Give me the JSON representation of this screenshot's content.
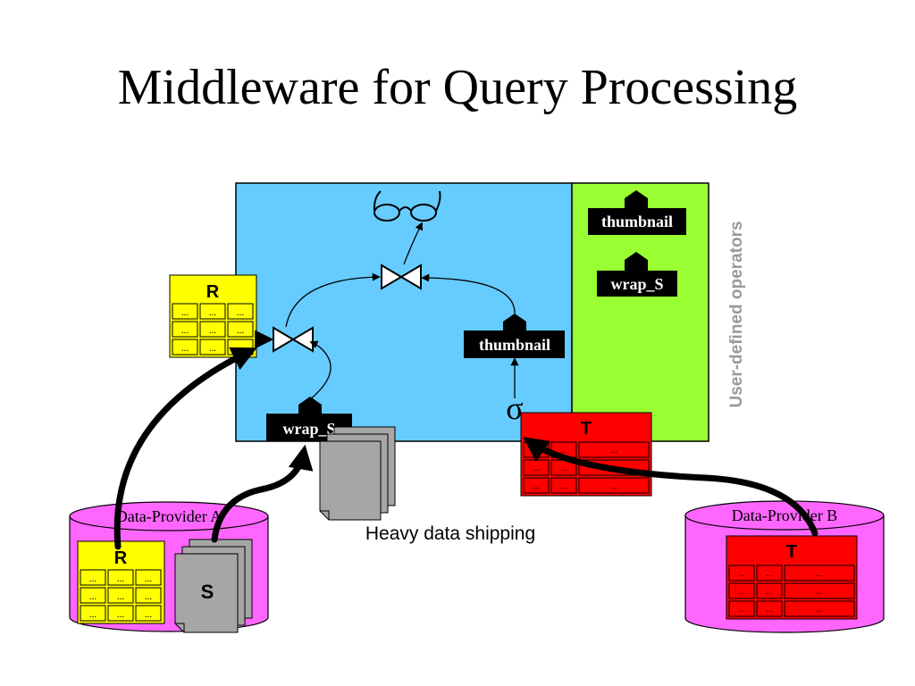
{
  "title": "Middleware for Query Processing",
  "side_label": "User-defined operators",
  "operators": {
    "thumbnail_top": "thumbnail",
    "wrap_s_top": "wrap_S",
    "thumbnail_mid": "thumbnail",
    "wrap_s_bottom": "wrap_S"
  },
  "selection_symbol": "σ",
  "heavy_shipping": "Heavy data shipping",
  "provider_a": {
    "label": "Data-Provider A",
    "table_r": {
      "header": "R",
      "cells": [
        "...",
        "...",
        "...",
        "...",
        "...",
        "...",
        "...",
        "...",
        "..."
      ]
    },
    "doc_s": "S"
  },
  "provider_b": {
    "label": "Data-Provider B",
    "table_t": {
      "header": "T",
      "cells": [
        "...",
        "...",
        "...",
        "...",
        "...",
        "...",
        "...",
        "...",
        "..."
      ]
    }
  },
  "shipped_r": {
    "header": "R",
    "cells": [
      "...",
      "...",
      "...",
      "...",
      "...",
      "...",
      "...",
      "...",
      "..."
    ]
  },
  "shipped_t": {
    "header": "T",
    "cells": [
      "...",
      "...",
      "...",
      "...",
      "...",
      "...",
      "...",
      "...",
      "..."
    ]
  },
  "colors": {
    "middleware": "#66ccff",
    "udf_panel": "#99ff33",
    "provider": "#ff66ff",
    "table_r": "#ffff00",
    "table_t": "#ff0000",
    "document": "#a6a6a6",
    "side_label": "#999999"
  }
}
